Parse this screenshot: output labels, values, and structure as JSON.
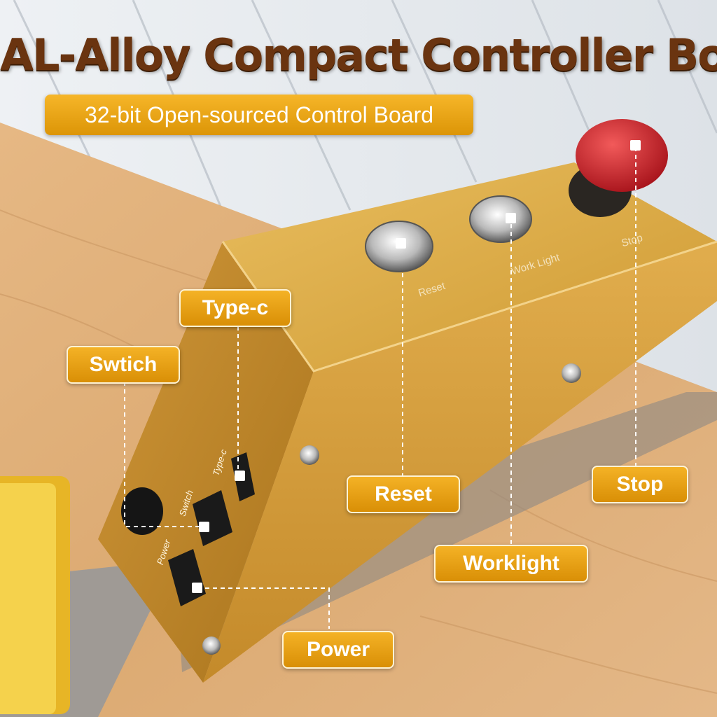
{
  "title": "AL-Alloy Compact Controller Box",
  "subtitle": "32-bit Open-sourced Control Board",
  "callouts": {
    "type_c": "Type-c",
    "switch": "Swtich",
    "reset": "Reset",
    "stop": "Stop",
    "worklight": "Worklight",
    "power": "Power"
  },
  "panel_labels": {
    "reset": "Reset",
    "work_light": "Work Light",
    "stop": "Stop"
  },
  "port_labels": {
    "type_c": "Type-c",
    "switch": "Switch",
    "power": "Power"
  },
  "colors": {
    "box_gold": "#d9a23c",
    "callout_orange": "#e8a415",
    "title_brown": "#6a3410",
    "stop_red": "#d3262b"
  }
}
